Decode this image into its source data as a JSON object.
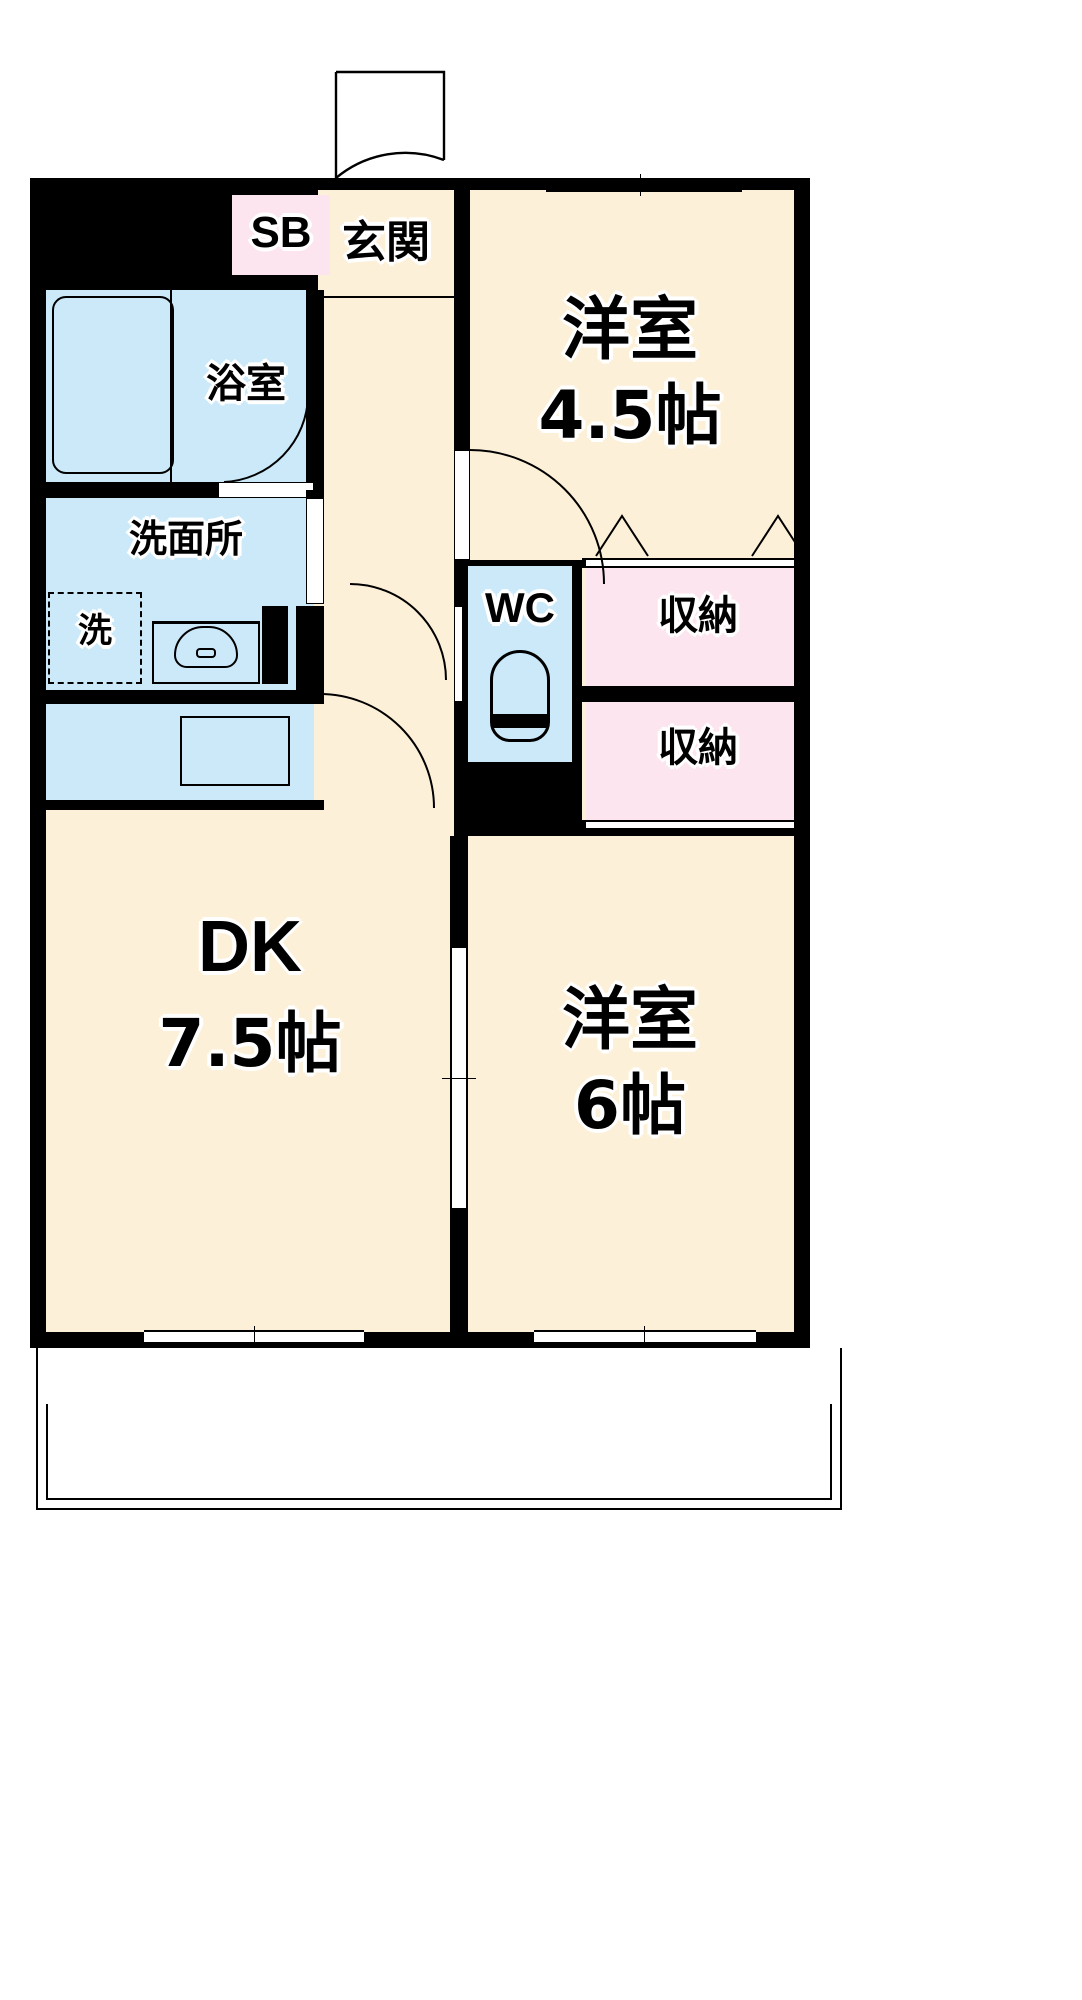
{
  "plan": {
    "type": "japanese-apartment-floorplan",
    "layout_name": "2DK",
    "background": "#ffffff",
    "colors": {
      "wall": "#000000",
      "room_floor": "#fdf0d8",
      "wet_area": "#cbe9f9",
      "closet": "#fce5ee",
      "white": "#ffffff"
    }
  },
  "rooms": [
    {
      "id": "genkan",
      "label": "玄関",
      "area": "",
      "kind": "room",
      "note": "entry hall"
    },
    {
      "id": "shoe-box",
      "label": "SB",
      "area": "",
      "kind": "closet",
      "note": "shoe box"
    },
    {
      "id": "bath",
      "label": "浴室",
      "area": "",
      "kind": "wet",
      "note": "bathroom"
    },
    {
      "id": "washroom",
      "label": "洗面所",
      "area": "",
      "kind": "wet",
      "note": "vanity / laundry"
    },
    {
      "id": "washer",
      "label": "洗",
      "area": "",
      "kind": "wet",
      "note": "washing machine space"
    },
    {
      "id": "wc",
      "label": "WC",
      "area": "",
      "kind": "wet",
      "note": "toilet"
    },
    {
      "id": "dk",
      "label": "DK",
      "area": "7.5帖",
      "kind": "room",
      "note": "dining kitchen"
    },
    {
      "id": "washitsu-upper",
      "label": "洋室",
      "area": "4.5帖",
      "kind": "room",
      "note": "western room north"
    },
    {
      "id": "washitsu-lower",
      "label": "洋室",
      "area": "6帖",
      "kind": "room",
      "note": "western room south"
    },
    {
      "id": "closet-upper",
      "label": "収納",
      "area": "",
      "kind": "closet",
      "note": "storage upper"
    },
    {
      "id": "closet-lower",
      "label": "収納",
      "area": "",
      "kind": "closet",
      "note": "storage lower"
    }
  ],
  "labels": {
    "sb": "SB",
    "genkan": "玄関",
    "bath": "浴室",
    "washroom": "洗面所",
    "washer": "洗",
    "wc": "WC",
    "dk_name": "DK",
    "dk_area": "7.5帖",
    "room45_name": "洋室",
    "room45_area": "4.5帖",
    "room6_name": "洋室",
    "room6_area": "6帖",
    "closet_upper": "収納",
    "closet_lower": "収納"
  }
}
